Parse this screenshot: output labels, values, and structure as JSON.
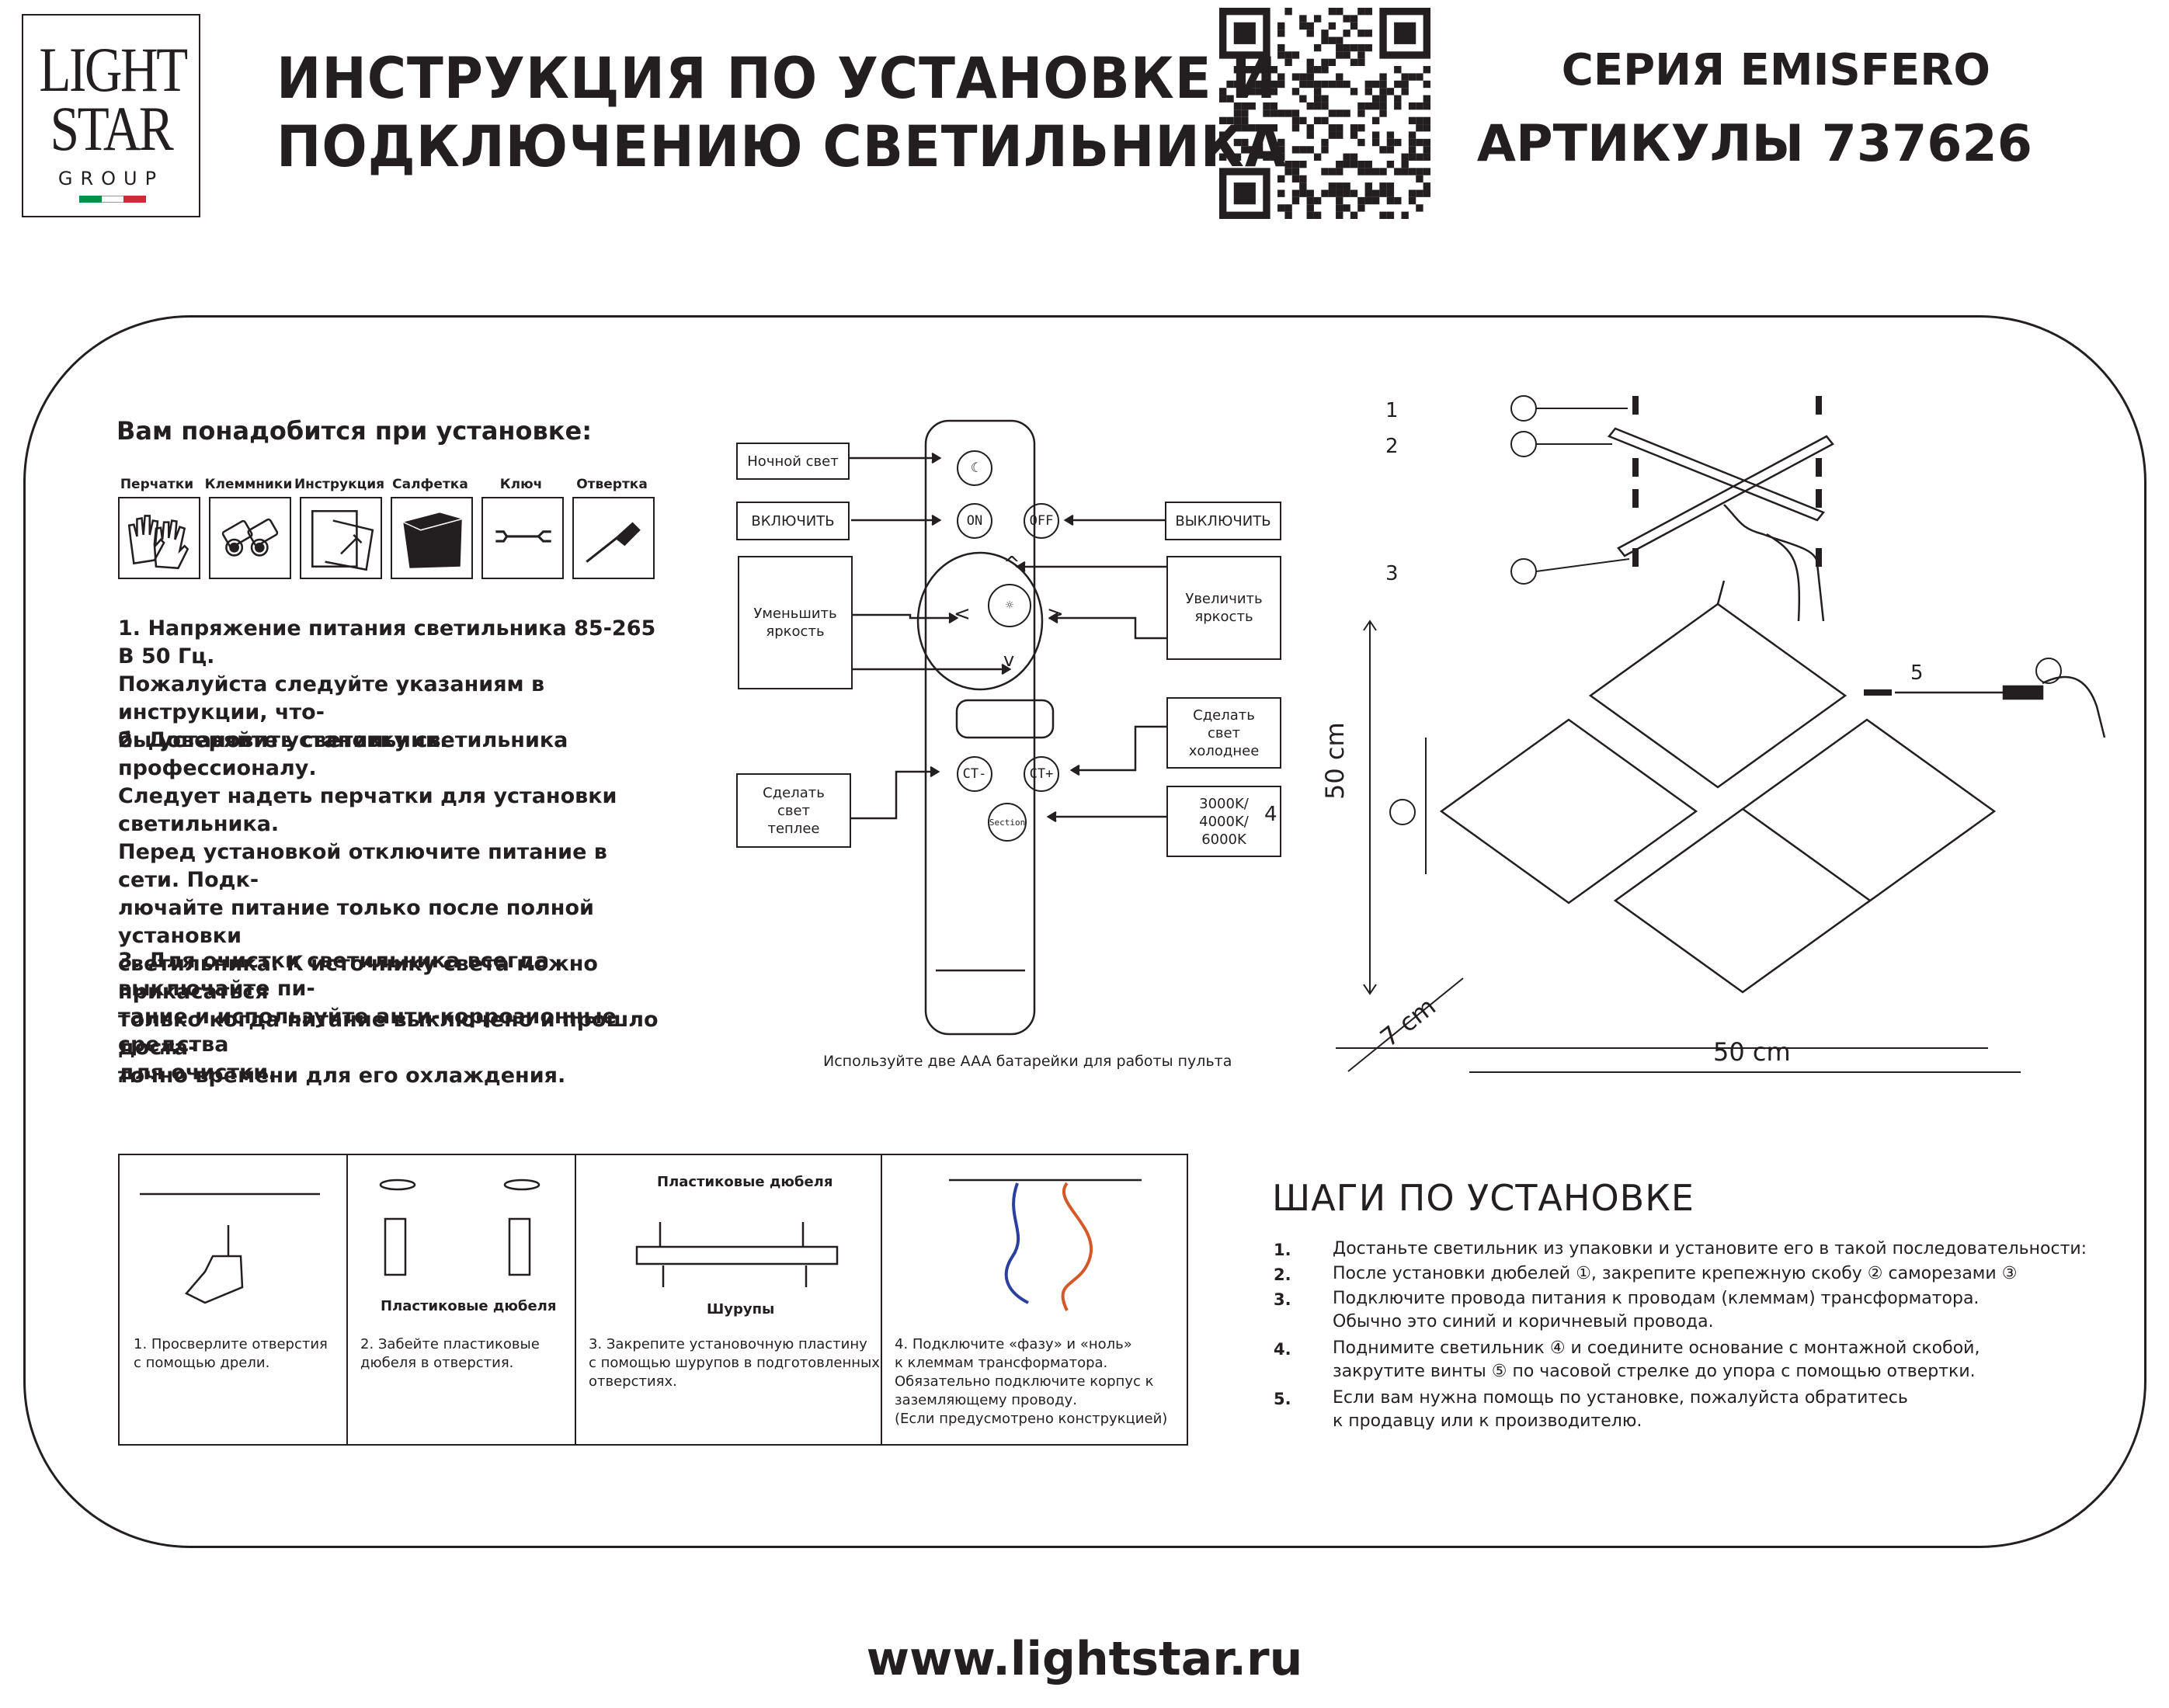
{
  "logo": {
    "line1": "LIGHT",
    "line2": "STAR",
    "line3": "GROUP",
    "flag_colors": [
      "#009246",
      "#ffffff",
      "#ce2b37"
    ]
  },
  "header": {
    "title_line1": "ИНСТРУКЦИЯ ПО УСТАНОВКЕ И",
    "title_line2": "ПОДКЛЮЧЕНИЮ СВЕТИЛЬНИКА",
    "series": "СЕРИЯ EMISFERO",
    "article": "АРТИКУЛЫ 737626"
  },
  "tools": {
    "title": "Вам понадобится при установке:",
    "items": [
      {
        "label": "Перчатки",
        "icon": "gloves-icon"
      },
      {
        "label": "Клеммники",
        "icon": "terminals-icon"
      },
      {
        "label": "Инструкция",
        "icon": "manual-icon"
      },
      {
        "label": "Салфетка",
        "icon": "cloth-icon"
      },
      {
        "label": "Ключ",
        "icon": "wrench-icon"
      },
      {
        "label": "Отвертка",
        "icon": "screwdriver-icon"
      }
    ]
  },
  "notes": [
    "1. Напряжение питания светильника 85-265 В 50 Гц. Пожалуйста следуйте указаниям в инструкции, что-бы установить светильник.",
    "2. Доверяйте установку светильника профессионалу. Следует надеть перчатки для установки светильника. Перед установкой отключите питание в сети. Подк-лючайте питание только после полной установки светильника. К источнику света можно прикасаться только когда питание выключено и прошло доста-точно времени для его охлаждения.",
    "3. Для очистки светильника всегда выключайте пи-тание и используйте анти-коррозионные средства для очистки."
  ],
  "notes_lines": [
    [
      "1. Напряжение питания светильника 85-265 В 50 Гц.",
      "Пожалуйста следуйте указаниям в инструкции, что-",
      "бы установить светильник."
    ],
    [
      "2. Доверяйте установку светильника профессионалу.",
      "Следует надеть перчатки для установки светильника.",
      "Перед установкой отключите питание в сети. Подк-",
      "лючайте питание только после полной установки",
      "светильника. К источнику света можно прикасаться",
      "только когда питание выключено и прошло доста-",
      "точно времени для его охлаждения."
    ],
    [
      "3. Для очистки светильника всегда выключайте пи-",
      "тание и используйте анти-коррозионные средства",
      "для очистки."
    ]
  ],
  "remote": {
    "labels": {
      "night": "Ночной свет",
      "on": "ВКЛЮЧИТЬ",
      "off": "ВЫКЛЮЧИТЬ",
      "dim_down": [
        "Уменьшить",
        "яркость"
      ],
      "dim_up": [
        "Увеличить",
        "яркость"
      ],
      "colder": [
        "Сделать",
        "свет",
        "холоднее"
      ],
      "warmer": [
        "Сделать",
        "свет",
        "теплее"
      ],
      "cct": [
        "3000K/",
        "4000K/",
        "6000K"
      ]
    },
    "buttons": {
      "on": "ON",
      "off": "OFF",
      "ct_minus": "CT-",
      "ct_plus": "CT+",
      "section": "Section",
      "up": "^",
      "down": "v",
      "left": "<",
      "right": ">"
    },
    "battery_note": "Используйте две AAA батарейки для работы пульта"
  },
  "dimensions": {
    "height": "50 cm",
    "width": "50 cm",
    "depth": "7 cm"
  },
  "parts": [
    "1",
    "2",
    "3",
    "4",
    "5"
  ],
  "mount_steps": {
    "cells": [
      {
        "caption": [
          "1. Просверлите отверстия",
          "с помощью дрели."
        ]
      },
      {
        "label": "Пластиковые дюбеля",
        "caption": [
          "2. Забейте пластиковые",
          "дюбеля в отверстия."
        ]
      },
      {
        "label_top": "Пластиковые дюбеля",
        "label_bottom": "Шурупы",
        "caption": [
          "3. Закрепите установочную пластину",
          "с помощью шурупов в подготовленных",
          "отверстиях."
        ]
      },
      {
        "caption": [
          "4. Подключите «фазу» и «ноль»",
          "к клеммам трансформатора.",
          "Обязательно подключите корпус к",
          "заземляющему проводу.",
          "(Если предусмотрено конструкцией)"
        ]
      }
    ]
  },
  "install": {
    "title": "ШАГИ ПО УСТАНОВКЕ",
    "steps": [
      {
        "num": "1.",
        "lines": [
          "Достаньте светильник из упаковки и установите его в такой последовательности:"
        ]
      },
      {
        "num": "2.",
        "lines": [
          "После установки дюбелей ①, закрепите крепежную скобу ② саморезами ③"
        ]
      },
      {
        "num": "3.",
        "lines": [
          "Подключите провода питания к проводам (клеммам) трансформатора.",
          "Обычно это синий и коричневый провода."
        ]
      },
      {
        "num": "4.",
        "lines": [
          "Поднимите светильник ④ и соедините основание с монтажной скобой,",
          "закрутите винты ⑤ по часовой стрелке до упора с помощью отвертки."
        ]
      },
      {
        "num": "5.",
        "lines": [
          "Если вам нужна помощь по установке, пожалуйста обратитесь",
          "к продавцу или к производителю."
        ]
      }
    ]
  },
  "footer": {
    "site": "www.lightstar.ru"
  }
}
